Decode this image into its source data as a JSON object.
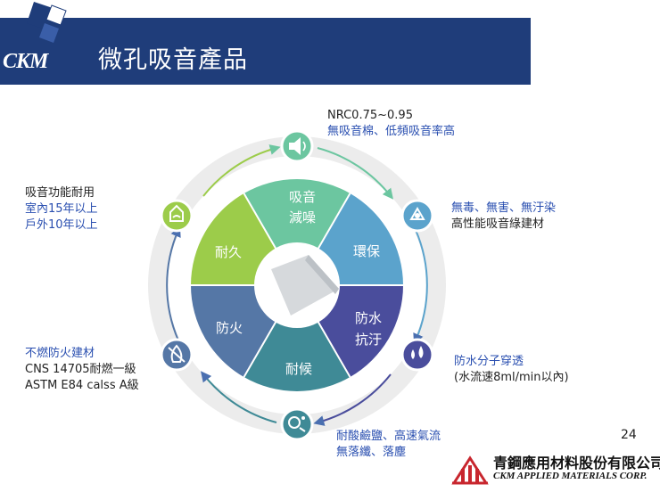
{
  "header": {
    "logo": "CKM",
    "title": "微孔吸音產品"
  },
  "wheel": {
    "segments": [
      {
        "label": "吸音",
        "label2": "減噪"
      },
      {
        "label": "環保"
      },
      {
        "label": "防水",
        "label2": "抗汙"
      },
      {
        "label": "耐候"
      },
      {
        "label": "防火"
      },
      {
        "label": "耐久"
      }
    ]
  },
  "annotations": {
    "acoustic": {
      "line1": "NRC0.75~0.95",
      "line2": "無吸音棉、低頻吸音率高"
    },
    "eco": {
      "line1": "無毒、無害、無汙染",
      "line2": "高性能吸音綠建材"
    },
    "waterproof": {
      "line1": "防水分子穿透",
      "line2": "(水流速8ml/min以內)"
    },
    "weather": {
      "line1": "耐酸鹼鹽、高速氣流",
      "line2": "無落纖、落塵"
    },
    "fire": {
      "line1": "不燃防火建材",
      "line2": "CNS 14705耐燃一級",
      "line3": "ASTM E84 calss A級"
    },
    "durable": {
      "line1": "吸音功能耐用",
      "line2": "室內15年以上",
      "line3": "戶外10年以上"
    }
  },
  "page_number": "24",
  "footer": {
    "company_zh": "青鋼應用材料股份有限公司",
    "company_en": "CKM APPLIED MATERIALS CORP."
  },
  "colors": {
    "header": "#1f3d7a",
    "acoustic": "#6cc6a0",
    "eco": "#5ba3cc",
    "waterproof": "#4a4d9c",
    "weather": "#3f8a96",
    "fire": "#5577a6",
    "durable": "#9ccc4a"
  },
  "icons": [
    "speaker-icon",
    "recycle-icon",
    "water-drops-icon",
    "weather-icon",
    "fire-icon",
    "durable-icon"
  ]
}
